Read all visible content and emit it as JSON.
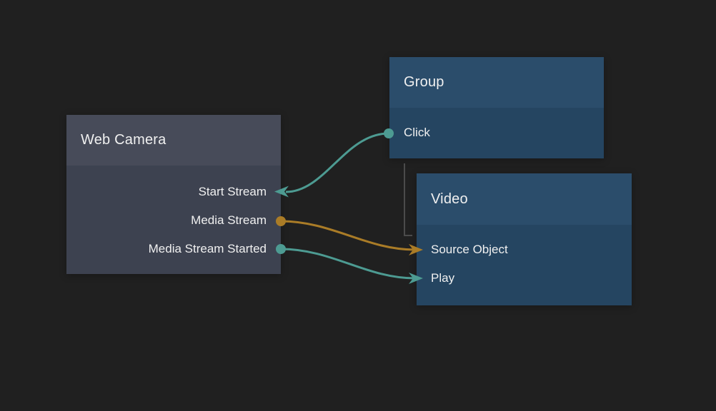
{
  "canvas": {
    "background_color": "#202020"
  },
  "colors": {
    "background": "#202020",
    "text": "#f0f0f0",
    "node_gray_header": "#474b59",
    "node_gray_body": "#3d4250",
    "node_blue_header": "#2b4d6b",
    "node_blue_body": "#254561",
    "edge_teal": "#4d9b92",
    "edge_orange": "#aa7c27",
    "group_link_gray": "#4b4b4b"
  },
  "nodes": {
    "web_camera": {
      "title": "Web Camera",
      "ports": [
        {
          "label": "Start Stream",
          "side": "right",
          "direction": "input"
        },
        {
          "label": "Media Stream",
          "side": "right",
          "direction": "output",
          "dot_color": "#aa7c27"
        },
        {
          "label": "Media Stream Started",
          "side": "right",
          "direction": "output",
          "dot_color": "#4d9b92"
        }
      ]
    },
    "group": {
      "title": "Group",
      "ports": [
        {
          "label": "Click",
          "side": "left",
          "direction": "output",
          "dot_color": "#4d9b92"
        }
      ]
    },
    "video": {
      "title": "Video",
      "ports": [
        {
          "label": "Source Object",
          "side": "left",
          "direction": "input"
        },
        {
          "label": "Play",
          "side": "left",
          "direction": "input"
        }
      ]
    }
  },
  "edges": [
    {
      "from": "Group / Click",
      "to": "Web Camera / Start Stream",
      "color_name": "teal"
    },
    {
      "from": "Web Camera / Media Stream",
      "to": "Video / Source Object",
      "color_name": "orange"
    },
    {
      "from": "Web Camera / Media Stream Started",
      "to": "Video / Play",
      "color_name": "teal"
    }
  ],
  "group_links": [
    {
      "from": "Group",
      "to": "Video"
    }
  ]
}
